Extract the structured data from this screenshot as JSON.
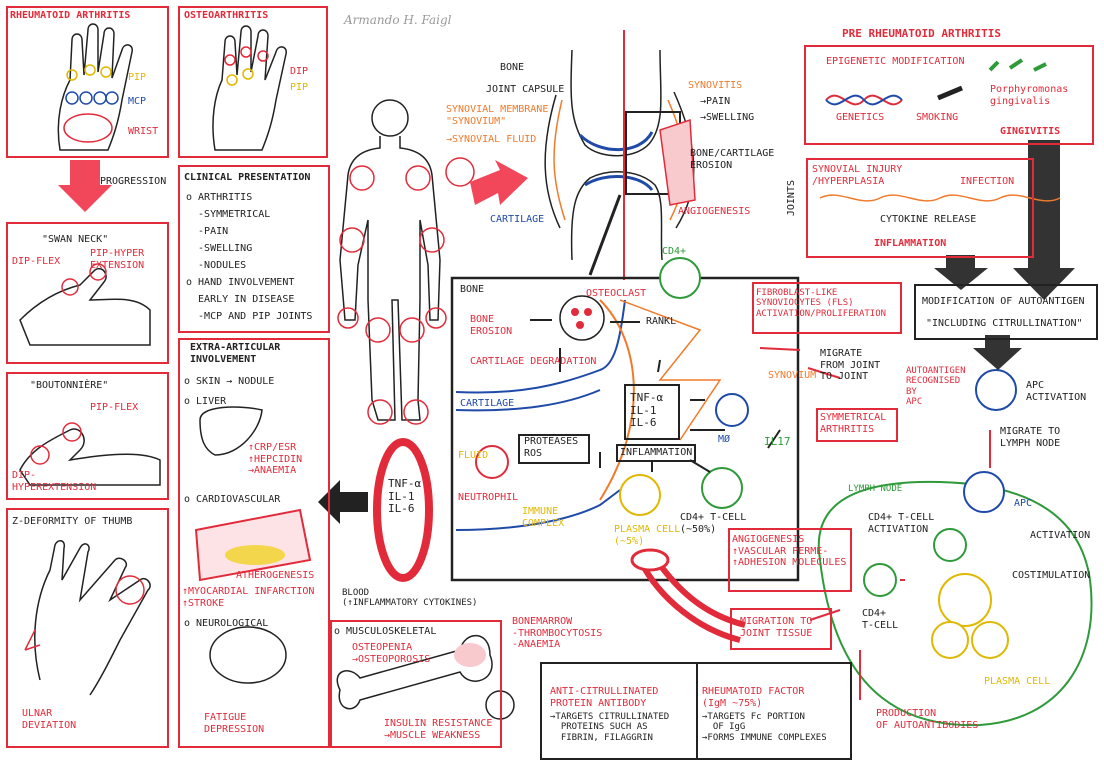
{
  "signature": "Armando H. Faigl",
  "colors": {
    "red": "#e22b3a",
    "blue": "#1f4aa8",
    "orange": "#f07a2a",
    "yellow": "#e0b800",
    "green": "#2e9a3a",
    "black": "#222222"
  },
  "left": {
    "ra_title": "RHEUMATOID ARTHRITIS",
    "ra_pip": "PIP",
    "ra_mcp": "MCP",
    "ra_wrist": "WRIST",
    "oa_title": "OSTEOARTHRITIS",
    "oa_dip": "DIP",
    "oa_pip": "PIP",
    "progression": "PROGRESSION",
    "swan_title": "\"SWAN NECK\"",
    "swan_dip": "DIP-FLEX",
    "swan_pip": "PIP-HYPER\nEXTENSION",
    "bout_title": "\"BOUTONNIÈRE\"",
    "bout_pip": "PIP-FLEX",
    "bout_dip": "DIP-\nHYPEREXTENSION",
    "z_title": "Z-DEFORMITY OF THUMB",
    "ulnar": "ULNAR\nDEVIATION"
  },
  "clinical": {
    "title": "CLINICAL PRESENTATION",
    "lines": [
      "o ARTHRITIS",
      "  -SYMMETRICAL",
      "  -PAIN",
      "  -SWELLING",
      "  -NODULES",
      "o HAND INVOLVEMENT",
      "  EARLY IN DISEASE",
      "  -MCP AND PIP JOINTS"
    ]
  },
  "extra": {
    "title": "EXTRA-ARTICULAR\nINVOLVEMENT",
    "skin": "o SKIN → NODULE",
    "liver": "o LIVER",
    "liver_text": "↑CRP/ESR\n↑HEPCIDIN\n→ANAEMIA",
    "cardio": "o CARDIOVASCULAR",
    "cardio_text": "ATHEROGENESIS",
    "cardio_text2": "↑MYOCARDIAL INFARCTION\n↑STROKE",
    "neuro": "o NEUROLOGICAL",
    "neuro_text": "FATIGUE\nDEPRESSION"
  },
  "msk": {
    "title": "o MUSCULOSKELETAL",
    "osteo": "OSTEOPENIA\n→OSTEOPOROSIS",
    "marrow": "BONEMARROW\n-THROMBOCYTOSIS\n-ANAEMIA",
    "insulin": "INSULIN RESISTANCE\n→MUSCLE WEAKNESS"
  },
  "blood": {
    "cytokines": "TNF-α\nIL-1\nIL-6",
    "label": "BLOOD\n(↑INFLAMMATORY CYTOKINES)"
  },
  "joint": {
    "bone": "BONE",
    "capsule": "JOINT CAPSULE",
    "membrane": "SYNOVIAL MEMBRANE\n\"SYNOVIUM\"",
    "fluid": "→SYNOVIAL FLUID",
    "cartilage": "CARTILAGE",
    "synovitis": "SYNOVITIS",
    "pain": "→PAIN",
    "swelling": "→SWELLING",
    "erosion": "BONE/CARTILAGE\nEROSION",
    "angio": "ANGIOGENESIS"
  },
  "center": {
    "bone": "BONE",
    "osteoclast": "OSTEOCLAST",
    "rankl": "RANKL",
    "bone_erosion": "BONE\nEROSION",
    "cart_deg": "CARTILAGE DEGRADATION",
    "cartilage": "CARTILAGE",
    "fluid": "FLUID",
    "proteases": "PROTEASES\nROS",
    "cytokines": "TNF-α\nIL-1\nIL-6",
    "inflammation": "INFLAMMATION",
    "mo": "MØ",
    "il17": "IL17",
    "synovium": "SYNOVIUM",
    "neutrophil": "NEUTROPHIL",
    "immune_complex": "IMMUNE\nCOMPLEX",
    "plasma": "PLASMA CELL\n(~5%)",
    "cd4_t": "CD4+ T-CELL\n(~50%)",
    "cd4_top": "CD4+",
    "fls": "FIBROBLAST-LIKE\nSYNOVIOCYTES (FLS)\nACTIVATION/PROLIFERATION",
    "migrate": "MIGRATE\nFROM JOINT\nTO JOINT",
    "symmetrical": "SYMMETRICAL\nARTHRITIS",
    "angio_box": "ANGIOGENESIS\n↑VASCULAR PERME-\n↑ADHESION MOLECULES",
    "migration": "MIGRATION TO\nJOINT TISSUE"
  },
  "pre": {
    "title": "PRE RHEUMATOID ARTHRITIS",
    "epigenetic": "EPIGENETIC MODIFICATION",
    "genetics": "GENETICS",
    "smoking": "SMOKING",
    "porph": "Porphyromonas\ngingivalis",
    "gingivitis": "GINGIVITIS",
    "joints": "JOINTS",
    "injury": "SYNOVIAL INJURY\n/HYPERPLASIA",
    "infection": "INFECTION",
    "cytokine_release": "CYTOKINE RELEASE",
    "inflammation": "INFLAMMATION",
    "modification": "MODIFICATION OF AUTOANTIGEN",
    "citrullination": "\"INCLUDING CITRULLINATION\"",
    "autoantigen": "AUTOANTIGEN\nRECOGNISED\nBY\nAPC",
    "apc_act": "APC\nACTIVATION",
    "migrate_lymph": "MIGRATE TO\nLYMPH NODE",
    "lymph": "LYMPH NODE",
    "apc": "APC",
    "activation": "ACTIVATION",
    "cd4_act": "CD4+ T-CELL\nACTIVATION",
    "costim": "COSTIMULATION",
    "cd4": "CD4+\nT-CELL",
    "plasma": "PLASMA CELL",
    "production": "PRODUCTION\nOF AUTOANTIBODIES"
  },
  "antibody": {
    "acpa_title": "ANTI-CITRULLINATED\nPROTEIN ANTIBODY",
    "acpa_text": "→TARGETS CITRULLINATED\n  PROTEINS SUCH AS\n  FIBRIN, FILAGGRIN",
    "rf_title": "RHEUMATOID FACTOR\n(IgM ~75%)",
    "rf_text": "→TARGETS Fc PORTION\n  OF IgG\n→FORMS IMMUNE COMPLEXES"
  }
}
